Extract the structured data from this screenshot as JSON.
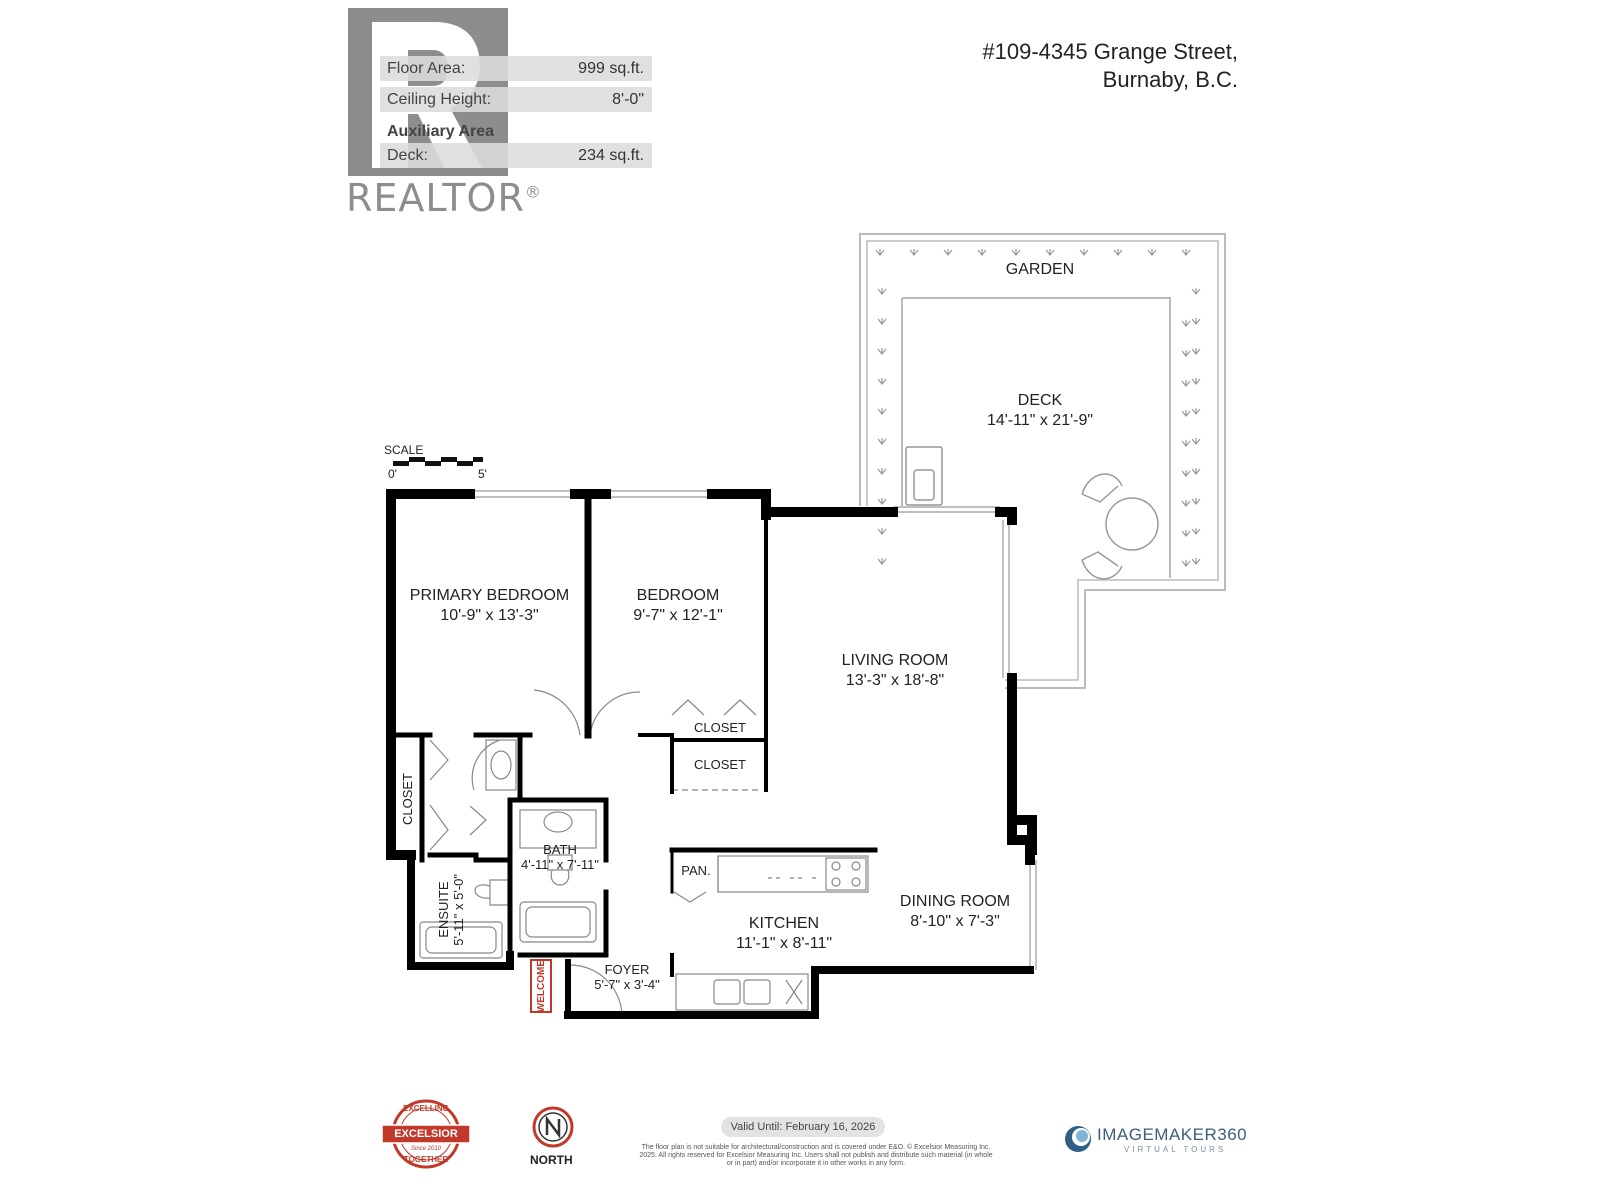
{
  "logo": {
    "wordmark": "REALTOR",
    "mark": "®"
  },
  "area_info": {
    "floor_area_label": "Floor Area:",
    "floor_area_value": "999 sq.ft.",
    "ceiling_height_label": "Ceiling Height:",
    "ceiling_height_value": "8'-0\"",
    "auxiliary_heading": "Auxiliary Area",
    "deck_label": "Deck:",
    "deck_value": "234 sq.ft."
  },
  "address": {
    "line1": "#109-4345 Grange Street,",
    "line2": "Burnaby, B.C."
  },
  "scale": {
    "label": "SCALE",
    "start": "0'",
    "end": "5'"
  },
  "rooms": {
    "garden": {
      "name": "GARDEN"
    },
    "deck": {
      "name": "DECK",
      "dims": "14'-11\" x 21'-9\""
    },
    "primary_bedroom": {
      "name": "PRIMARY BEDROOM",
      "dims": "10'-9\" x 13'-3\""
    },
    "bedroom": {
      "name": "BEDROOM",
      "dims": "9'-7\" x 12'-1\""
    },
    "living_room": {
      "name": "LIVING ROOM",
      "dims": "13'-3\" x 18'-8\""
    },
    "closet1": {
      "name": "CLOSET"
    },
    "closet2": {
      "name": "CLOSET"
    },
    "closet3": {
      "name": "CLOSET"
    },
    "bath": {
      "name": "BATH",
      "dims": "4'-11\" x 7'-11\""
    },
    "ensuite": {
      "name": "ENSUITE",
      "dims": "5'-11\" x 5'-0\""
    },
    "pantry": {
      "name": "PAN."
    },
    "kitchen": {
      "name": "KITCHEN",
      "dims": "11'-1\" x 8'-11\""
    },
    "dining_room": {
      "name": "DINING ROOM",
      "dims": "8'-10\" x 7'-3\""
    },
    "foyer": {
      "name": "FOYER",
      "dims": "5'-7\" x 3'-4\""
    }
  },
  "welcome_mat": "WELCOME",
  "footer": {
    "excelsior_top": "EXCELLING",
    "excelsior_main": "EXCELSIOR",
    "excelsior_since": "Since 2010",
    "excelsior_bottom": "TOGETHER",
    "north_label": "NORTH",
    "valid_until": "Valid Until: February 16, 2026",
    "disclaimer": "The floor plan is not suitable for architectural/construction and is covered under E&O. © Excelsior Measuring Inc. 2025. All rights reserved for Excelsior Measuring Inc. Users shall not publish and distribute such material (in whole or in part) and/or incorporate it in other works in any form.",
    "imagemaker": "IMAGEMAKER360",
    "imagemaker_sub": "VIRTUAL TOURS"
  },
  "colors": {
    "wall": "#000000",
    "logo_gray": "#8d8d8d",
    "stamp_red": "#c0392b",
    "imagemaker_blue": "#3a5f7a"
  }
}
